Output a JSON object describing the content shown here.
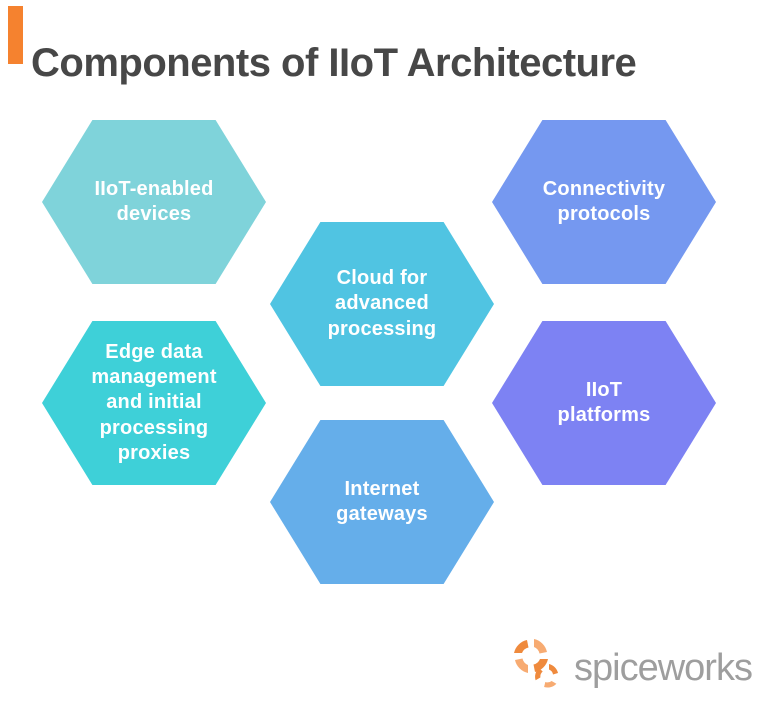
{
  "header": {
    "title": "Components of IIoT Architecture",
    "accent_color": "#f5822f",
    "title_color": "#474747"
  },
  "hexagons": [
    {
      "name": "iiot-enabled-devices",
      "label": "IIoT-enabled\ndevices",
      "color": "#7fd3da"
    },
    {
      "name": "connectivity-protocols",
      "label": "Connectivity\nprotocols",
      "color": "#7598f0"
    },
    {
      "name": "cloud-advanced-processing",
      "label": "Cloud for\nadvanced\nprocessing",
      "color": "#50c4e2"
    },
    {
      "name": "edge-data-management",
      "label": "Edge data\nmanagement\nand initial\nprocessing\nproxies",
      "color": "#3ed0d8"
    },
    {
      "name": "iiot-platforms",
      "label": "IIoT\nplatforms",
      "color": "#7d82f3"
    },
    {
      "name": "internet-gateways",
      "label": "Internet\ngateways",
      "color": "#65aeea"
    }
  ],
  "logo": {
    "text": "spiceworks",
    "text_color": "#9e9e9e",
    "icon_color_light": "#f7ab72",
    "icon_color_dark": "#ef8a3d"
  }
}
